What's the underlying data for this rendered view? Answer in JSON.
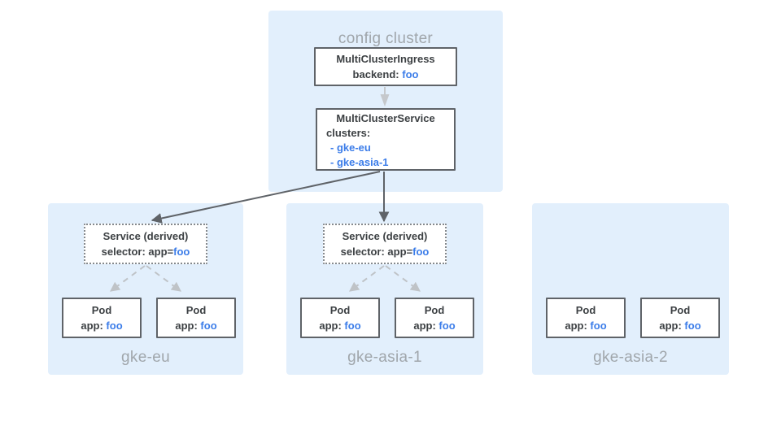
{
  "diagram": {
    "config_cluster": {
      "label": "config cluster",
      "multi_cluster_ingress": {
        "name": "MultiClusterIngress",
        "backend_label": "backend: ",
        "backend_value": "foo"
      },
      "multi_cluster_service": {
        "name": "MultiClusterService",
        "clusters_label": "clusters:",
        "cluster_list": [
          "- gke-eu",
          "- gke-asia-1"
        ]
      }
    },
    "clusters": [
      {
        "name": "gke-eu",
        "derived_service": {
          "title": "Service (derived)",
          "selector_label": "selector: app=",
          "selector_value": "foo"
        },
        "pods": [
          {
            "title": "Pod",
            "app_label": "app: ",
            "app_value": "foo"
          },
          {
            "title": "Pod",
            "app_label": "app: ",
            "app_value": "foo"
          }
        ]
      },
      {
        "name": "gke-asia-1",
        "derived_service": {
          "title": "Service (derived)",
          "selector_label": "selector: app=",
          "selector_value": "foo"
        },
        "pods": [
          {
            "title": "Pod",
            "app_label": "app: ",
            "app_value": "foo"
          },
          {
            "title": "Pod",
            "app_label": "app: ",
            "app_value": "foo"
          }
        ]
      },
      {
        "name": "gke-asia-2",
        "pods": [
          {
            "title": "Pod",
            "app_label": "app: ",
            "app_value": "foo"
          },
          {
            "title": "Pod",
            "app_label": "app: ",
            "app_value": "foo"
          }
        ]
      }
    ],
    "colors": {
      "cluster_background": "#E2EFFC",
      "node_border": "#5F6368",
      "text_dark": "#3C4043",
      "text_muted": "#A0A6AB",
      "accent_blue": "#3C7DE9",
      "arrow_dark": "#5F6368",
      "arrow_light": "#BFC3C7"
    }
  }
}
